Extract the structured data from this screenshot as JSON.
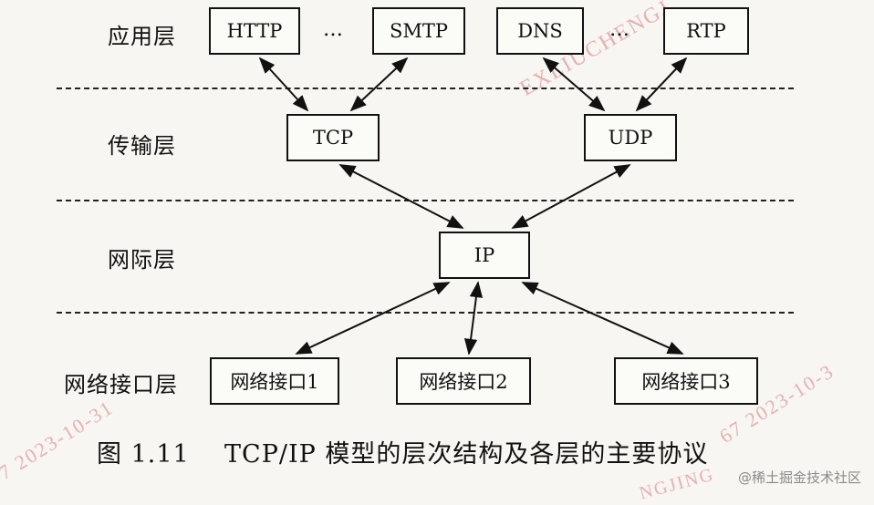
{
  "layers": {
    "application": "应用层",
    "transport": "传输层",
    "internet": "网际层",
    "network_interface": "网络接口层"
  },
  "protocols": {
    "http": "HTTP",
    "smtp": "SMTP",
    "dns": "DNS",
    "rtp": "RTP",
    "tcp": "TCP",
    "udp": "UDP",
    "ip": "IP",
    "ni1": "网络接口1",
    "ni2": "网络接口2",
    "ni3": "网络接口3"
  },
  "ellipsis": [
    "…",
    "…"
  ],
  "caption": "图 1.11    TCP/IP 模型的层次结构及各层的主要协议",
  "watermarks": [
    "EXLIUCHENGJ",
    "7 2023-10-31",
    "67 2023-10-3",
    "NGJING"
  ],
  "credit": "@稀土掘金技术社区"
}
